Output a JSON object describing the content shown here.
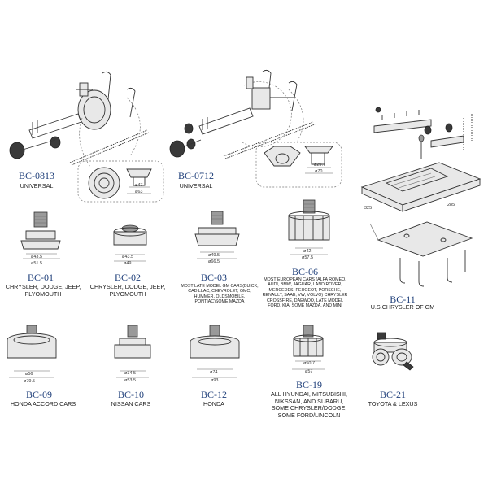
{
  "adapters": [
    {
      "code": "BC-0813",
      "caption": "UNIVERSAL",
      "dims": [
        "ø47",
        "ø63"
      ]
    },
    {
      "code": "BC-0712",
      "caption": "UNIVERSAL",
      "dims": [
        "ø29.7",
        "ø70"
      ]
    },
    {
      "code": "BC-11",
      "caption": "U.S.CHRYSLER OF GM",
      "dims": [
        "325",
        "285"
      ]
    },
    {
      "code": "BC-01",
      "caption": "CHRYSLER, DODGE, JEEP, PLYOMOUTH",
      "dims": [
        "ø43.5",
        "ø51.5"
      ]
    },
    {
      "code": "BC-02",
      "caption": "CHRYSLER, DODGE, JEEP, PLYOMOUTH",
      "dims": [
        "ø43.5",
        "ø49"
      ]
    },
    {
      "code": "BC-03",
      "caption": "MOST LATE MODEL GM CARS(BUICK, CADILLAC, CHEVROLET, GMC, HUMMER, OLDSMOBILE, PONTIAC)SOME MAZDA",
      "dims": [
        "ø49.5",
        "ø66.5"
      ]
    },
    {
      "code": "BC-06",
      "caption": "MOST EUROPEAN CARS (ALFA ROMEO, AUDI, BMW, JAGUAR, LAND ROVER, MERCEDES, PEUGEOT, PORSCHE, RENAULT, SAAB, VW, VOLVO) CHRYSLER CROSSFIRE, DAEWOO, LATE MODEL FORD, KIA, SOME MAZDA, AND MINI",
      "dims": [
        "ø42",
        "ø57.5"
      ]
    },
    {
      "code": "BC-09",
      "caption": "HONDA ACCORD CARS",
      "dims": [
        "ø56",
        "ø79.5"
      ]
    },
    {
      "code": "BC-10",
      "caption": "NISSAN CARS",
      "dims": [
        "ø34.5",
        "ø53.5"
      ]
    },
    {
      "code": "BC-12",
      "caption": "HONDA",
      "dims": [
        "ø74",
        "ø93"
      ]
    },
    {
      "code": "BC-19",
      "caption": "ALL HYUNDAI, MITSUBISHI, NIKSSAN, AND SUBARU, SOME CHRYSLER/DODGE, SOME FORD/LINCOLN",
      "dims": [
        "ø50.7",
        "ø57"
      ]
    },
    {
      "code": "BC-21",
      "caption": "TOYOTA & LEXUS",
      "dims": []
    }
  ]
}
